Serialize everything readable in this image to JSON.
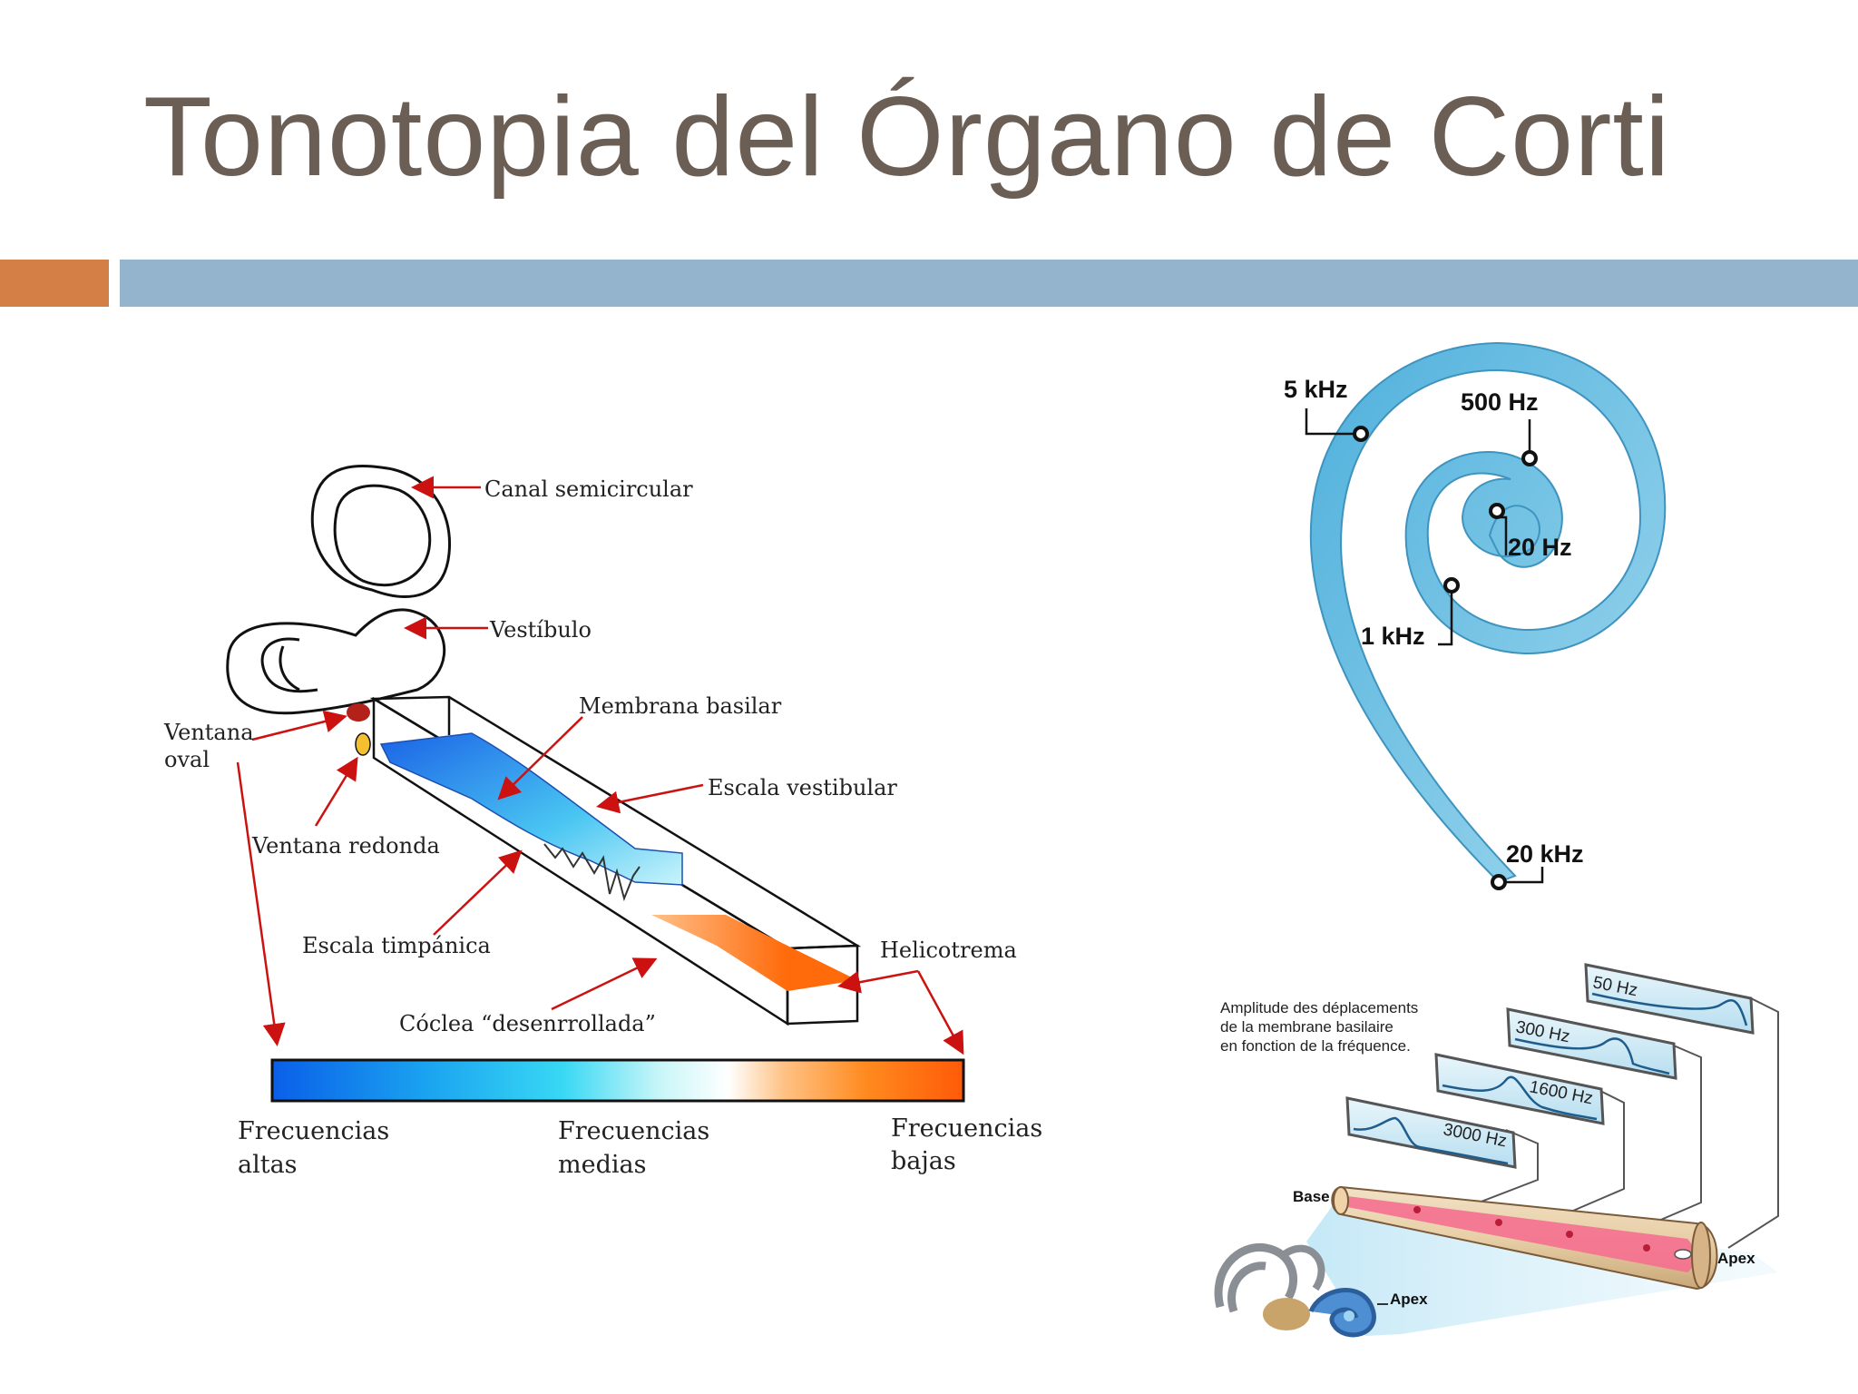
{
  "slide": {
    "title": "Tonotopia del Órgano de Corti",
    "colors": {
      "accent_orange": "#d47f45",
      "accent_blue": "#93b4cc",
      "title_text": "#6b5f55"
    }
  },
  "left_diagram": {
    "labels": {
      "canal": "Canal semicircular",
      "vestibulo": "Vestíbulo",
      "ventana_oval_1": "Ventana",
      "ventana_oval_2": "oval",
      "membrana": "Membrana basilar",
      "escala_vestibular": "Escala vestibular",
      "ventana_redonda": "Ventana redonda",
      "escala_timpanica": "Escala timpánica",
      "helicotrema": "Helicotrema",
      "coclea": "Cóclea “desenrrollada”",
      "freq_altas_1": "Frecuencias",
      "freq_altas_2": "altas",
      "freq_medias_1": "Frecuencias",
      "freq_medias_2": "medias",
      "freq_bajas_1": "Frecuencias",
      "freq_bajas_2": "bajas"
    }
  },
  "spiral_diagram": {
    "labels": {
      "f5k": "5 kHz",
      "f500": "500 Hz",
      "f20": "20 Hz",
      "f1k": "1 kHz",
      "f20k": "20 kHz"
    }
  },
  "membrane_diagram": {
    "caption_1": "Amplitude des déplacements",
    "caption_2": "de la membrane basilaire",
    "caption_3": "en fonction de la fréquence.",
    "panels": [
      "50 Hz",
      "300 Hz",
      "1600 Hz",
      "3000 Hz"
    ],
    "base": "Base",
    "apex": "Apex",
    "apex2": "Apex"
  }
}
